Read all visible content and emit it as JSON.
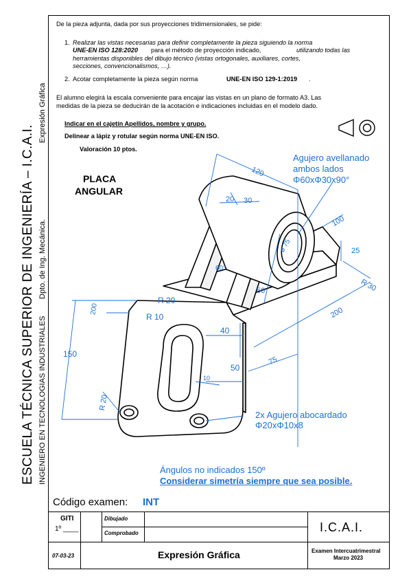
{
  "side": {
    "school": "ESCUELA TÉCNICA SUPERIOR DE INGENIERÍA – I.C.A.I.",
    "degree": "INGENIERO EN TECNOLOGIAS INDUSTRIALES",
    "dept": "Dpto. de Ing. Mecánica.",
    "subject": "Expresión Gráfica"
  },
  "intro": "De la pieza adjunta, dada por sus proyecciones tridimensionales, se pide:",
  "task1": {
    "num": "1.",
    "a": "Realizar las vistas necesarias para definir completamente la pieza siguiendo la norma",
    "norm": "UNE-EN ISO 128:2020",
    "b": "para el método de proyección indicado,",
    "c": "utilizando todas las",
    "d": "herramientas disponibles del dibujo técnico (vistas ortogonales, auxiliares, cortes,",
    "e": "secciones, convencionalismos, …)."
  },
  "task2": {
    "num": "2.",
    "a": "Acotar completamente la pieza según norma",
    "norm": "UNE-EN ISO 129-1:2019",
    "end": "."
  },
  "scale_note1": "El alumno elegirá la escala conveniente para encajar las vistas en un plano de formato A3. Las",
  "scale_note2": "medidas de la pieza se deducirán de la acotación e indicaciones incluidas en el modelo dado.",
  "instr1": "Indicar en el cajetín Apellidos, nombre y grupo.",
  "instr2": "Delinear a lápiz y rotular según norma UNE-EN ISO.",
  "instr3": "Valoración 10 ptos.",
  "part_name_1": "PLACA",
  "part_name_2": "ANGULAR",
  "dims": {
    "d120": "120",
    "d20a": "20",
    "d30": "30",
    "d100": "100",
    "d25": "25",
    "dR30": "R 30",
    "d75a": "ø 75",
    "d60deg": "60°",
    "d50a": "50",
    "d200": "200",
    "d150": "150",
    "dR20a": "R 20",
    "dR10": "R 10",
    "d40": "40",
    "d50b": "50",
    "d10": "10",
    "d75b": "75",
    "dR20b": "R 20",
    "d20b": "20"
  },
  "note_hole1_a": "Agujero avellanado",
  "note_hole1_b": "ambos lados",
  "note_hole1_c": "Φ60xΦ30x90°",
  "note_hole2_a": "2x Agujero abocardado",
  "note_hole2_b": "Φ20xΦ10x8",
  "note_angles": "Ángulos no indicados 150º",
  "note_symmetry": "Considerar simetría siempre  que sea posible.",
  "exam_code_label": "Código examen:",
  "exam_code": "INT",
  "titleblock": {
    "giti": "GITI",
    "year": "1º ____",
    "drawn": "Dibujado",
    "checked": "Comprobado",
    "org": "I.C.A.I.",
    "date": "07-03-23",
    "title": "Expresión Gráfica",
    "exam_a": "Examen Intercuatrimestral",
    "exam_b": "Marzo 2023"
  },
  "colors": {
    "accent": "#1a6fd8",
    "ink": "#000000"
  }
}
